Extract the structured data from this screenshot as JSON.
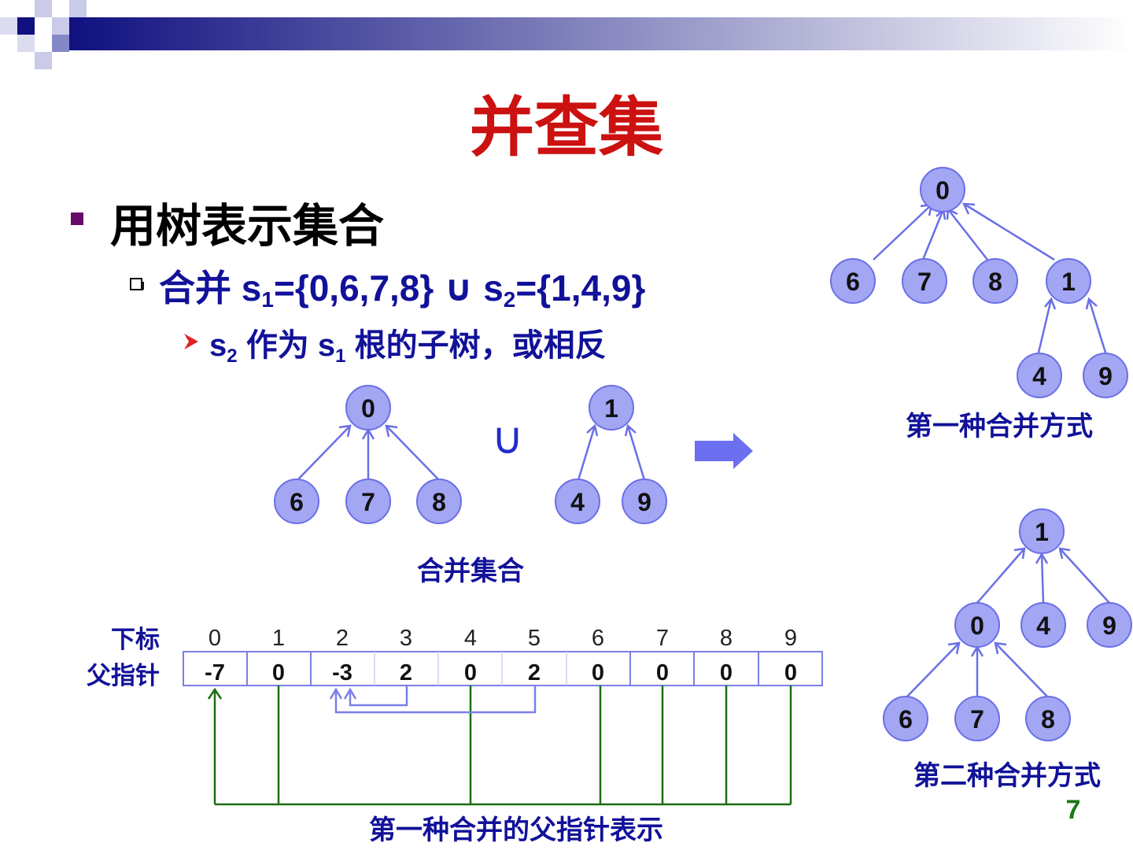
{
  "slide": {
    "title": "并查集",
    "bullet1": "用树表示集合",
    "bullet2": {
      "prefix": "合并 s",
      "sub1": "1",
      "mid": "={0,6,7,8} ∪ s",
      "sub2": "2",
      "suffix": "={1,4,9}"
    },
    "bullet3": {
      "a": "s",
      "sub1": "2",
      "b": " 作为 s",
      "sub2": "1",
      "c": " 根的子树，或相反"
    },
    "union_symbol": "∪",
    "captions": {
      "merge_sets": "合并集合",
      "first_way": "第一种合并方式",
      "second_way": "第二种合并方式",
      "first_parent_repr": "第一种合并的父指针表示"
    },
    "table": {
      "index_label": "下标",
      "parent_label": "父指针",
      "indices": [
        "0",
        "1",
        "2",
        "3",
        "4",
        "5",
        "6",
        "7",
        "8",
        "9"
      ],
      "parents": [
        "-7",
        "0",
        "-3",
        "2",
        "0",
        "2",
        "0",
        "0",
        "0",
        "0"
      ]
    },
    "trees": {
      "s1": {
        "root": "0",
        "children": [
          "6",
          "7",
          "8"
        ]
      },
      "s2": {
        "root": "1",
        "children": [
          "4",
          "9"
        ]
      },
      "first": {
        "root": "0",
        "children": [
          "6",
          "7",
          "8",
          "1"
        ],
        "grandchildren": [
          "4",
          "9"
        ]
      },
      "second": {
        "root": "1",
        "children": [
          "0",
          "4",
          "9"
        ],
        "grandchildren": [
          "6",
          "7",
          "8"
        ]
      }
    },
    "page_number": "7",
    "colors": {
      "title": "#cc1111",
      "text": "#111199",
      "node": "#a3a6f3",
      "edge": "#6b6fe6",
      "pointer": "#1a6e10",
      "bullet": "#6a0a6a"
    }
  }
}
